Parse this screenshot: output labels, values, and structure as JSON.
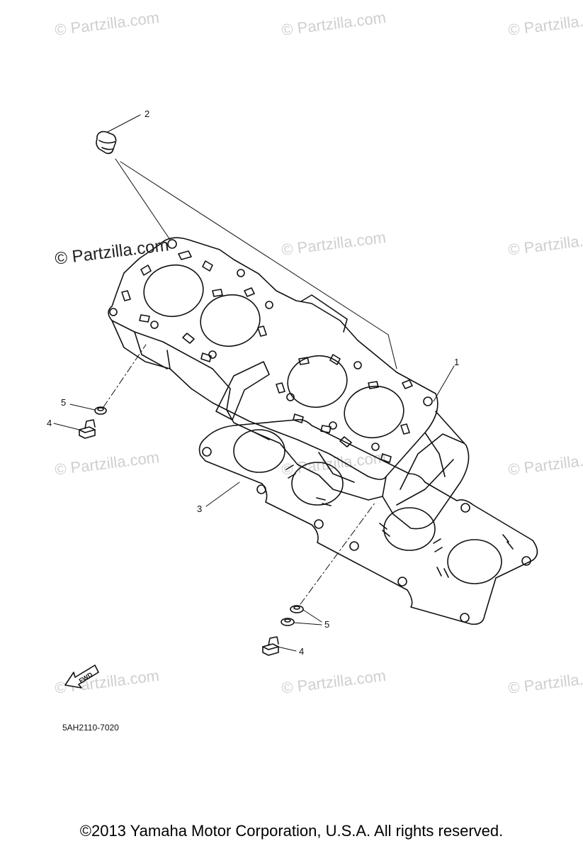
{
  "watermark": {
    "text": "© Partzilla.com",
    "prominent_text": "© Partzilla.com"
  },
  "callouts": {
    "c1": "1",
    "c2": "2",
    "c3": "3",
    "c4a": "4",
    "c4b": "4",
    "c5a": "5",
    "c5b": "5"
  },
  "fwd_label": "FWD",
  "part_code": "5AH2110-7020",
  "copyright": "©2013  Yamaha Motor Corporation, U.S.A. All rights reserved.",
  "colors": {
    "line": "#111111",
    "watermark": "#cfcfcf"
  }
}
